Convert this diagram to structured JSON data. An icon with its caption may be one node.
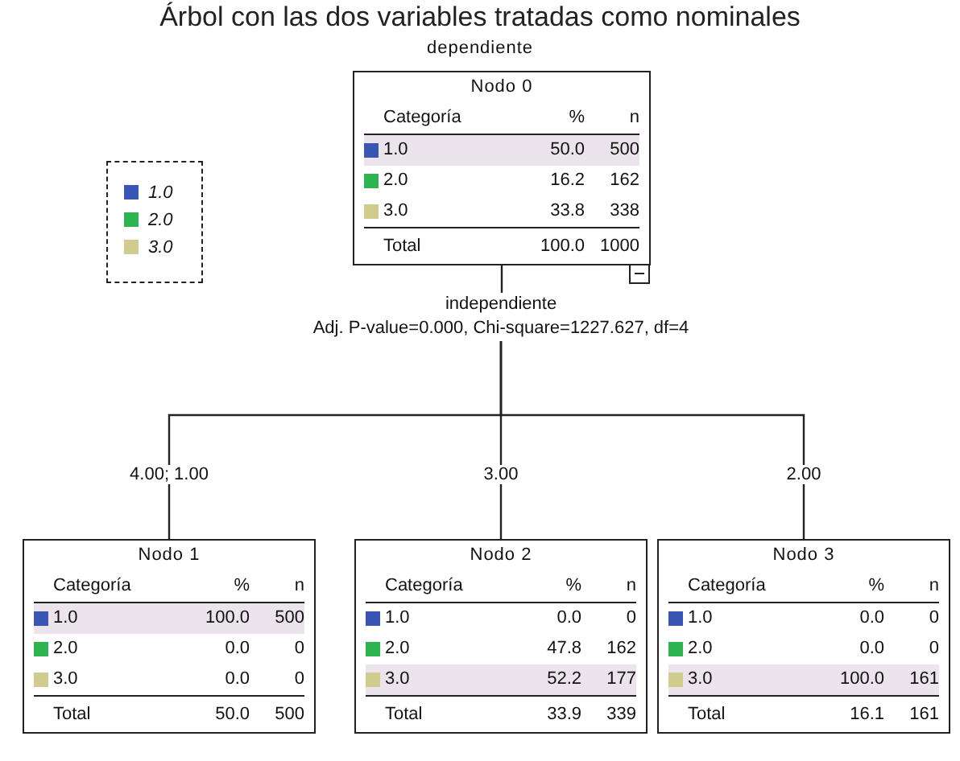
{
  "diagram": {
    "title": "Árbol con las dos variables tratadas como nominales",
    "nodes": [
      {
        "text": [
          "Nodo 0",
          "Categoría",
          "%",
          "n",
          "1.0",
          "50.0",
          "500",
          "2.0",
          "16.2",
          "162",
          "3.0",
          "33.8",
          "338",
          "Total",
          "100.0",
          "1000"
        ]
      },
      {
        "text": [
          "independiente",
          "Adj. P-value=0.000, Chi-square=1227.627, df=4"
        ]
      },
      {
        "text": [
          "Nodo 1",
          "Categoría",
          "%",
          "n",
          "1.0",
          "100.0",
          "500",
          "2.0",
          "0.0",
          "0",
          "3.0",
          "0.0",
          "0",
          "Total",
          "50.0",
          "500"
        ]
      },
      {
        "text": [
          "Nodo 2",
          "Categoría",
          "%",
          "n",
          "1.0",
          "0.0",
          "0",
          "2.0",
          "47.8",
          "162",
          "3.0",
          "52.2",
          "177",
          "Total",
          "33.9",
          "339"
        ]
      },
      {
        "text": [
          "Nodo 3",
          "Categoría",
          "%",
          "n",
          "1.0",
          "0.0",
          "0",
          "2.0",
          "0.0",
          "0",
          "3.0",
          "100.0",
          "161",
          "Total",
          "16.1",
          "161"
        ]
      }
    ],
    "edges": [
      {
        "from": 0,
        "to": 1,
        "arrow": "none"
      },
      {
        "from": 1,
        "to": 2,
        "arrow": "none",
        "label": "4.00; 1.00"
      },
      {
        "from": 1,
        "to": 3,
        "arrow": "none",
        "label": "3.00"
      },
      {
        "from": 1,
        "to": 4,
        "arrow": "none",
        "label": "2.00"
      }
    ],
    "labels": [
      "dependiente"
    ],
    "legend": [
      {
        "text": "1.0",
        "color": "#3a55b4"
      },
      {
        "text": "2.0",
        "color": "#2db34f"
      },
      {
        "text": "3.0",
        "color": "#cfcc8e"
      }
    ]
  }
}
